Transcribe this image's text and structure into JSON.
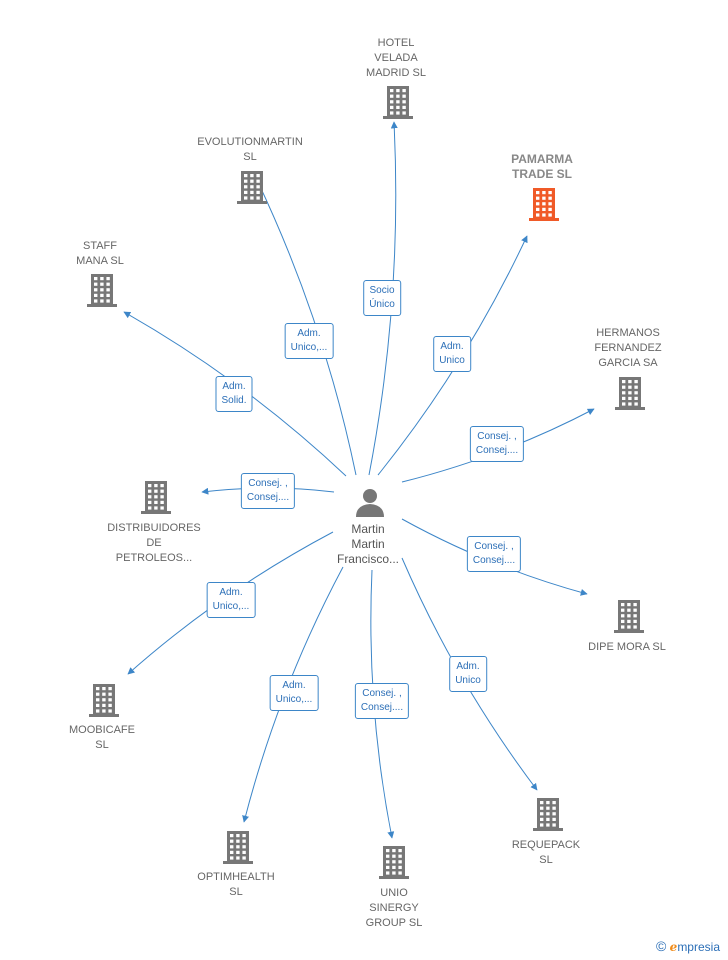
{
  "center": {
    "name": "Martin\nMartin\nFrancisco...",
    "icon": "person-icon"
  },
  "colors": {
    "edge": "#3d86c8",
    "building": "#777777",
    "building_highlight": "#f05a28",
    "label_text": "#666666"
  },
  "companies": [
    {
      "id": "hotel-velada",
      "label": "HOTEL\nVELADA\nMADRID SL",
      "relation": "Socio\nÚnico",
      "highlight": false
    },
    {
      "id": "evolutionmartin",
      "label": "EVOLUTIONMARTIN\nSL",
      "relation": "Adm.\nUnico,...",
      "highlight": false
    },
    {
      "id": "pamarma",
      "label": "PAMARMA\nTRADE  SL",
      "relation": "Adm.\nUnico",
      "highlight": true
    },
    {
      "id": "staff-mana",
      "label": "STAFF\nMANA SL",
      "relation": "Adm.\nSolid.",
      "highlight": false
    },
    {
      "id": "hermanos",
      "label": "HERMANOS\nFERNANDEZ\nGARCIA SA",
      "relation": "Consej. ,\nConsej....",
      "highlight": false
    },
    {
      "id": "distribuidores",
      "label": "DISTRIBUIDORES\nDE\nPETROLEOS...",
      "relation": "Consej. ,\nConsej....",
      "highlight": false
    },
    {
      "id": "dipe-mora",
      "label": "DIPE MORA SL",
      "relation": "Consej. ,\nConsej....",
      "highlight": false
    },
    {
      "id": "moobicafe",
      "label": "MOOBICAFE\nSL",
      "relation": "Adm.\nUnico,...",
      "highlight": false
    },
    {
      "id": "requepack",
      "label": "REQUEPACK\nSL",
      "relation": "Adm.\nUnico",
      "highlight": false
    },
    {
      "id": "optimhealth",
      "label": "OPTIMHEALTH\nSL",
      "relation": "Adm.\nUnico,...",
      "highlight": false
    },
    {
      "id": "unio-sinergy",
      "label": "UNIO\nSINERGY\nGROUP  SL",
      "relation": "Consej. ,\nConsej....",
      "highlight": false
    }
  ],
  "brand": {
    "copyright": "©",
    "e": "e",
    "name": "mpresia"
  }
}
